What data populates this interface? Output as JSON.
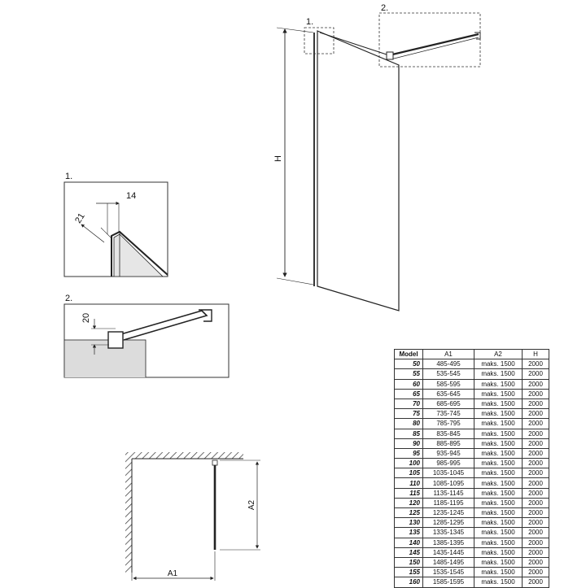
{
  "callouts": {
    "detail_1": "1.",
    "detail_2": "2."
  },
  "dimensions": {
    "height": "H",
    "profile_width": "14",
    "profile_depth": "21",
    "bar_height": "20",
    "width_a1": "A1",
    "width_a2": "A2"
  },
  "table": {
    "headers": [
      "Model",
      "A1",
      "A2",
      "H"
    ],
    "rows": [
      [
        "50",
        "485-495",
        "maks. 1500",
        "2000"
      ],
      [
        "55",
        "535-545",
        "maks. 1500",
        "2000"
      ],
      [
        "60",
        "585-595",
        "maks. 1500",
        "2000"
      ],
      [
        "65",
        "635-645",
        "maks. 1500",
        "2000"
      ],
      [
        "70",
        "685-695",
        "maks. 1500",
        "2000"
      ],
      [
        "75",
        "735-745",
        "maks. 1500",
        "2000"
      ],
      [
        "80",
        "785-795",
        "maks. 1500",
        "2000"
      ],
      [
        "85",
        "835-845",
        "maks. 1500",
        "2000"
      ],
      [
        "90",
        "885-895",
        "maks. 1500",
        "2000"
      ],
      [
        "95",
        "935-945",
        "maks. 1500",
        "2000"
      ],
      [
        "100",
        "985-995",
        "maks. 1500",
        "2000"
      ],
      [
        "105",
        "1035-1045",
        "maks. 1500",
        "2000"
      ],
      [
        "110",
        "1085-1095",
        "maks. 1500",
        "2000"
      ],
      [
        "115",
        "1135-1145",
        "maks. 1500",
        "2000"
      ],
      [
        "120",
        "1185-1195",
        "maks. 1500",
        "2000"
      ],
      [
        "125",
        "1235-1245",
        "maks. 1500",
        "2000"
      ],
      [
        "130",
        "1285-1295",
        "maks. 1500",
        "2000"
      ],
      [
        "135",
        "1335-1345",
        "maks. 1500",
        "2000"
      ],
      [
        "140",
        "1385-1395",
        "maks. 1500",
        "2000"
      ],
      [
        "145",
        "1435-1445",
        "maks. 1500",
        "2000"
      ],
      [
        "150",
        "1485-1495",
        "maks. 1500",
        "2000"
      ],
      [
        "155",
        "1535-1545",
        "maks. 1500",
        "2000"
      ],
      [
        "160",
        "1585-1595",
        "maks. 1500",
        "2000"
      ]
    ]
  }
}
